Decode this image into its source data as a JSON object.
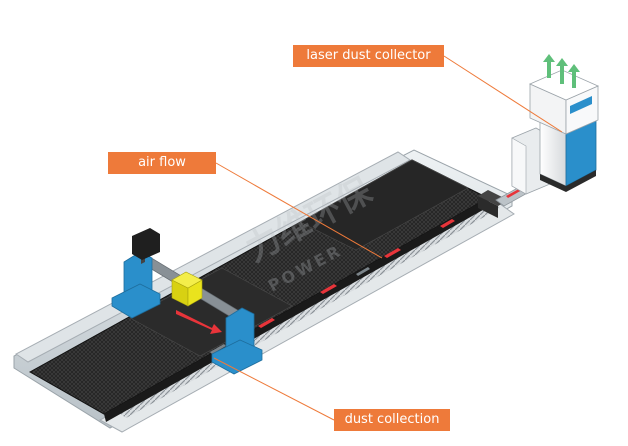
{
  "labels": {
    "dust_collector": "laser dust collector",
    "air_flow": "air flow",
    "dust_collection": "dust collection"
  },
  "watermark": {
    "brand_cn": "力维环保",
    "brand_en": "POWER"
  },
  "colors": {
    "callout": "#ee7a3a",
    "gantry": "#2a8fcb",
    "laser_head": "#e8e21a",
    "bed_mesh": "#2a2a2a",
    "arrow": "#e8343a",
    "collector_body": "#f1f1f1",
    "collector_accent": "#2a8fcb"
  }
}
